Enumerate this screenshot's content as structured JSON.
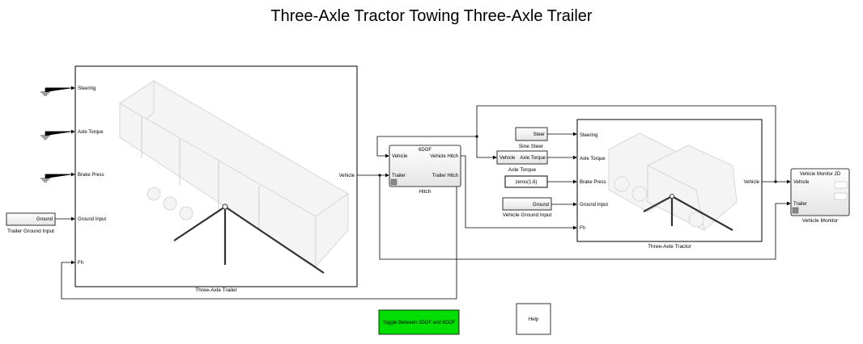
{
  "title": "Three-Axle Tractor Towing Three-Axle Trailer",
  "trailer": {
    "name": "Three-Axle Trailer",
    "inputs": [
      "Steering",
      "Axle Torque",
      "Brake Press",
      "Ground Input",
      "Fh"
    ],
    "output": "Vehicle"
  },
  "trailer_ground_input": {
    "text": "Ground",
    "name": "Trailer Ground Input"
  },
  "hitch": {
    "title": "6DOF",
    "in_vehicle": "Vehicle",
    "in_trailer": "Trailer",
    "out_vehicle": "Vehicle Hitch",
    "out_trailer": "Trailer Hitch",
    "name": "Hitch"
  },
  "sine_steer": {
    "text": "Steer",
    "name": "Sine Steer"
  },
  "axle_torque": {
    "in": "Vehicle",
    "out": "Axle Torque",
    "name": "Axle Torque"
  },
  "brake_const": {
    "text": "zeros(1,6)"
  },
  "vehicle_ground_input": {
    "text": "Ground",
    "name": "Vehicle Ground Input"
  },
  "tractor": {
    "name": "Three-Axle Tractor",
    "inputs": [
      "Steering",
      "Axle Torque",
      "Brake Press",
      "Ground Input",
      "Fh"
    ],
    "output": "Vehicle"
  },
  "monitor": {
    "title": "Vehicle Monitor 2D",
    "in_vehicle": "Vehicle",
    "in_trailer": "Trailer",
    "name": "Vehicle Monitor"
  },
  "buttons": {
    "toggle": "Toggle Between 3DOF and 6DOF",
    "help": "Help",
    "toggle_color": "#00dd00"
  }
}
